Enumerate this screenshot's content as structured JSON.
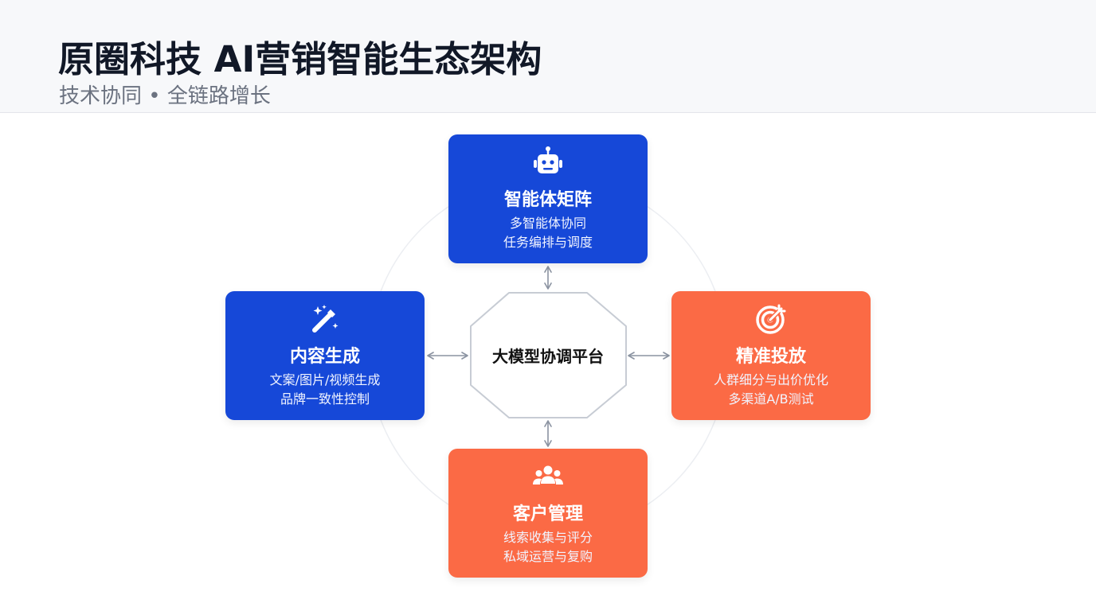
{
  "header": {
    "title": "原圈科技 AI营销智能生态架构",
    "subtitle": "技术协同 • 全链路增长"
  },
  "center": {
    "label": "大模型协调平台"
  },
  "nodes": {
    "top": {
      "title": "智能体矩阵",
      "line1": "多智能体协同",
      "line2": "任务编排与调度",
      "icon": "robot-icon",
      "color": "#1648d8"
    },
    "left": {
      "title": "内容生成",
      "line1": "文案/图片/视频生成",
      "line2": "品牌一致性控制",
      "icon": "magic-wand-icon",
      "color": "#1648d8"
    },
    "right": {
      "title": "精准投放",
      "line1": "人群细分与出价优化",
      "line2": "多渠道A/B测试",
      "icon": "target-icon",
      "color": "#fb6a45"
    },
    "bottom": {
      "title": "客户管理",
      "line1": "线索收集与评分",
      "line2": "私域运营与复购",
      "icon": "users-icon",
      "color": "#fb6a45"
    }
  },
  "colors": {
    "blue": "#1648d8",
    "orange": "#fb6a45",
    "connector": "#8b93a1"
  }
}
